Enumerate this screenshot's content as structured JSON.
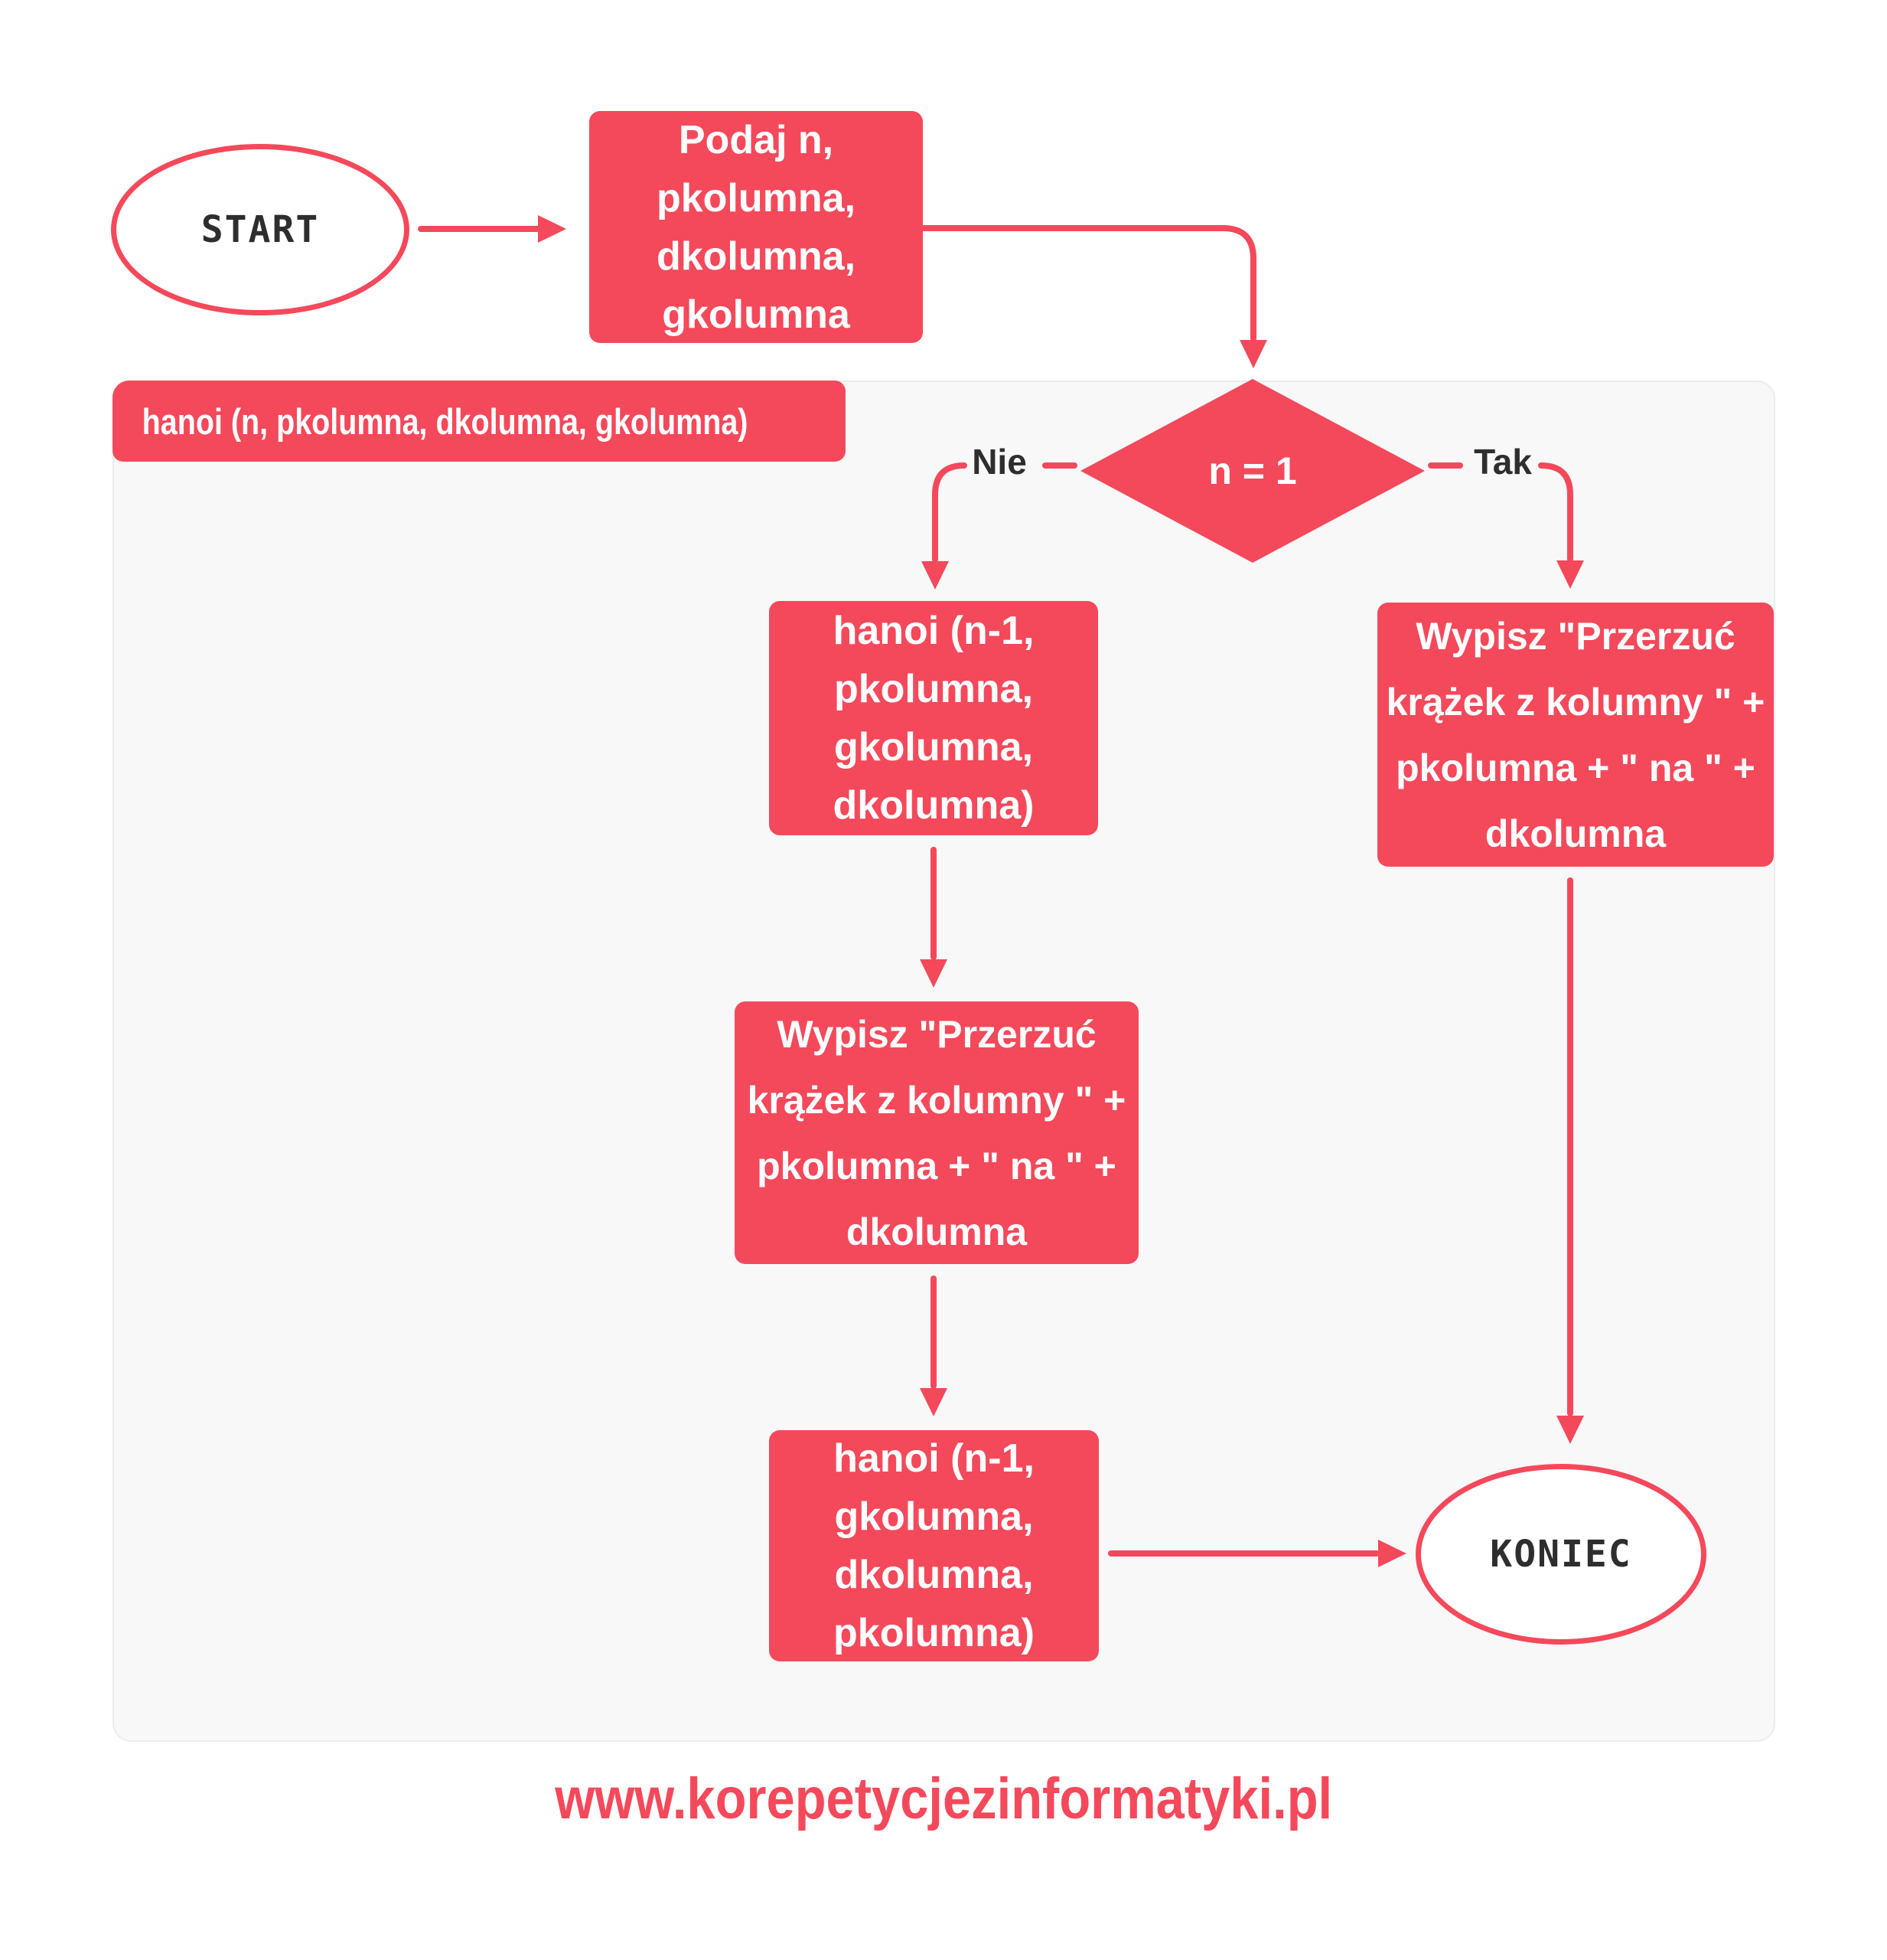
{
  "colors": {
    "accent": "#f4495b",
    "container_bg": "#f8f8f9",
    "container_border": "#ececec",
    "text_dark": "#2e2e2e"
  },
  "flowchart": {
    "function_label": "hanoi (n, pkolumna, dkolumna, gkolumna)",
    "nodes": {
      "start": "START",
      "input": "Podaj n,\npkolumna,\ndkolumna,\ngkolumna",
      "decision": "n = 1",
      "branch_no": "Nie",
      "branch_yes": "Tak",
      "recursive_call_1": "hanoi (n-1,\npkolumna,\ngkolumna,\ndkolumna)",
      "print_recursive": "Wypisz \"Przerzuć\nkrążek z kolumny \" +\npkolumna + \" na \" +\ndkolumna",
      "recursive_call_2": "hanoi (n-1,\ngkolumna,\ndkolumna,\npkolumna)",
      "print_base": "Wypisz \"Przerzuć\nkrążek z kolumny \" +\npkolumna + \" na \" +\ndkolumna",
      "end": "KONIEC"
    }
  },
  "footer": {
    "website": "www.korepetycjezinformatyki.pl"
  }
}
